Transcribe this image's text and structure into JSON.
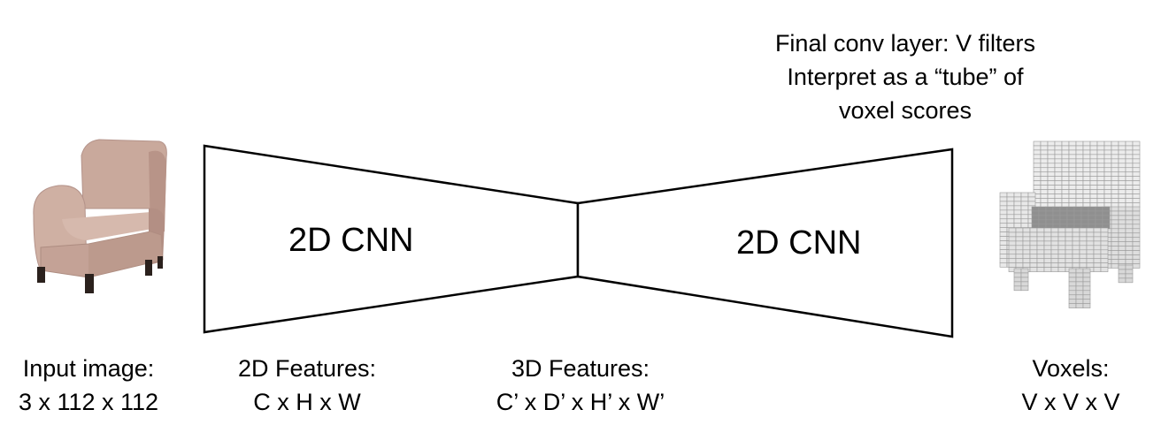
{
  "top_note": {
    "lines": [
      "Final conv layer: V filters",
      "Interpret as a “tube” of",
      "voxel scores"
    ]
  },
  "encoder": {
    "label": "2D CNN"
  },
  "decoder": {
    "label": "2D CNN"
  },
  "captions": {
    "input": {
      "line1": "Input image:",
      "line2": "3 x 112 x 112"
    },
    "features_2d": {
      "line1": "2D Features:",
      "line2": "C x H x W"
    },
    "features_3d": {
      "line1": "3D Features:",
      "line2": "C’ x D’ x H’ x W’"
    },
    "voxels": {
      "line1": "Voxels:",
      "line2": "V x V x V"
    }
  },
  "colors": {
    "chair_fabric": "#c9a99c",
    "chair_shadow": "#a9877a",
    "chair_legs": "#2b211d",
    "voxel_fill": "#e6e6e6",
    "voxel_stroke": "#9a9a9a",
    "outline": "#000000"
  }
}
